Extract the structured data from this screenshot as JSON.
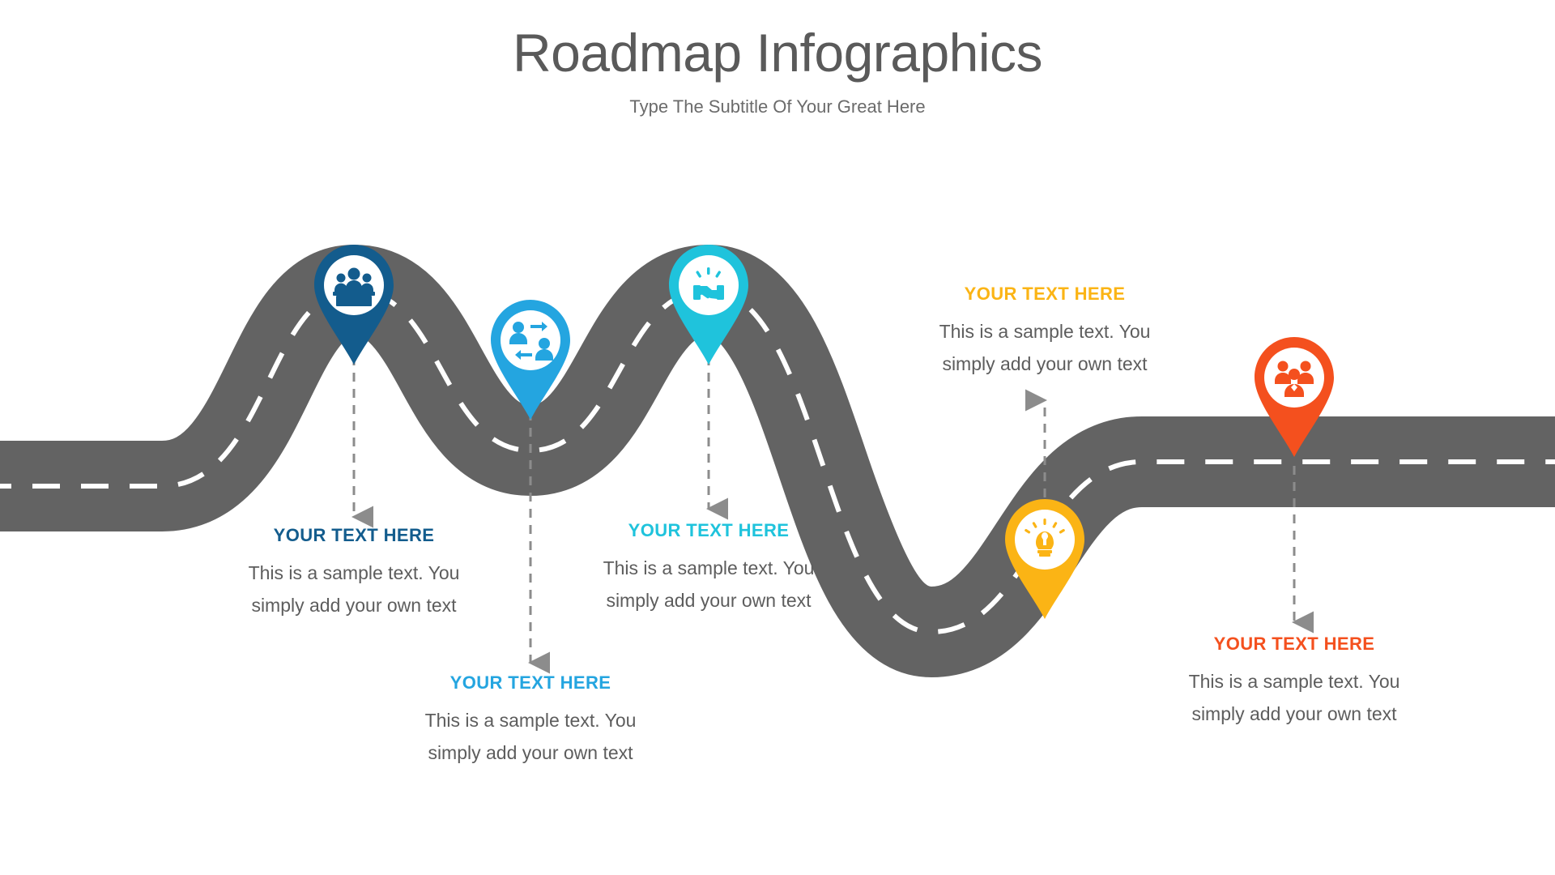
{
  "header": {
    "title": "Roadmap Infographics",
    "subtitle": "Type The Subtitle Of Your Great Here",
    "title_color": "#5a5a5a",
    "subtitle_color": "#6b6b6b"
  },
  "road": {
    "color": "#636363",
    "centerline_color": "#ffffff",
    "connector_color": "#8c8c8c"
  },
  "milestones": [
    {
      "id": "milestone-1",
      "pin_color": "#135C8D",
      "icon": "presentation-people-icon",
      "title": "YOUR TEXT HERE",
      "title_color": "#135C8D",
      "body_line1": "This is a sample text. You",
      "body_line2": "simply add your own text",
      "text_position": "below",
      "connector_direction": "down"
    },
    {
      "id": "milestone-2",
      "pin_color": "#24A5E0",
      "icon": "people-exchange-icon",
      "title": "YOUR TEXT HERE",
      "title_color": "#24A5E0",
      "body_line1": "This is a sample text. You",
      "body_line2": "simply add your own text",
      "text_position": "below",
      "connector_direction": "down"
    },
    {
      "id": "milestone-3",
      "pin_color": "#1FC3DC",
      "icon": "handshake-icon",
      "title": "YOUR TEXT HERE",
      "title_color": "#1FC3DC",
      "body_line1": "This is a sample text. You",
      "body_line2": "simply add your own text",
      "text_position": "below",
      "connector_direction": "down"
    },
    {
      "id": "milestone-4",
      "pin_color": "#FBB415",
      "icon": "idea-hand-bulb-icon",
      "title": "YOUR TEXT HERE",
      "title_color": "#FBB415",
      "body_line1": "This is a sample text. You",
      "body_line2": "simply add your own text",
      "text_position": "above",
      "connector_direction": "up"
    },
    {
      "id": "milestone-5",
      "pin_color": "#F4501E",
      "icon": "team-group-icon",
      "title": "YOUR TEXT HERE",
      "title_color": "#F4501E",
      "body_line1": "This is a sample text. You",
      "body_line2": "simply add your own text",
      "text_position": "below",
      "connector_direction": "down"
    }
  ]
}
